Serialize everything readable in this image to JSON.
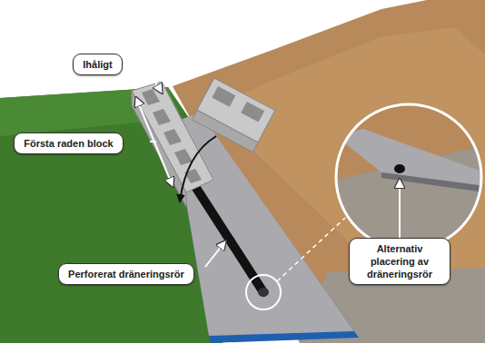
{
  "diagram": {
    "nodes": [
      {
        "text": [
          "Ihåligt"
        ]
      },
      {
        "text": [
          "Första raden block"
        ]
      },
      {
        "text": [
          "Alternativ placering av dräneringsrör"
        ]
      },
      {
        "text": [
          "Perforerat dräneringsrör"
        ]
      }
    ]
  }
}
